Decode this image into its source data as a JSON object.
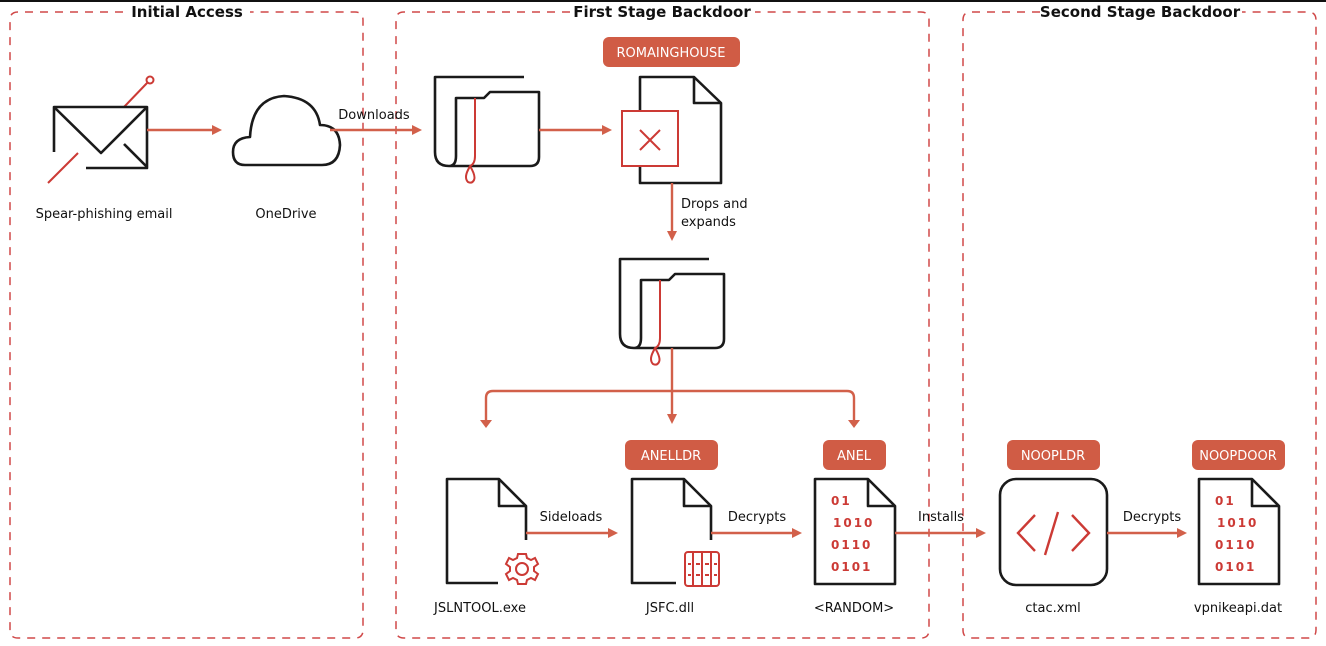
{
  "groups": {
    "initial_access": {
      "title": "Initial Access"
    },
    "first_stage": {
      "title": "First Stage Backdoor"
    },
    "second_stage": {
      "title": "Second Stage Backdoor"
    }
  },
  "nodes": {
    "email": {
      "label": "Spear-phishing email",
      "icon": "envelope-icon"
    },
    "onedrive": {
      "label": "OneDrive",
      "icon": "cloud-icon"
    },
    "archive1": {
      "label": "",
      "icon": "archive-folder-icon"
    },
    "romainghouse": {
      "badge": "ROMAINGHOUSE",
      "icon": "malicious-document-icon"
    },
    "archive2": {
      "label": "",
      "icon": "archive-folder-icon"
    },
    "jslntool": {
      "label": "JSLNTOOL.exe",
      "icon": "executable-file-icon"
    },
    "jsfc": {
      "label": "JSFC.dll",
      "badge": "ANELLDR",
      "icon": "dll-file-icon"
    },
    "random": {
      "label": "<RANDOM>",
      "badge": "ANEL",
      "icon": "binary-file-icon"
    },
    "ctac": {
      "label": "ctac.xml",
      "badge": "NOOPLDR",
      "icon": "code-file-icon"
    },
    "vpnikeapi": {
      "label": "vpnikeapi.dat",
      "badge": "NOOPDOOR",
      "icon": "binary-file-icon"
    }
  },
  "edges": {
    "downloads": "Downloads",
    "drops_1": "Drops and",
    "drops_2": "expands",
    "sideloads": "Sideloads",
    "decrypts_1": "Decrypts",
    "installs": "Installs",
    "decrypts_2": "Decrypts"
  },
  "binary_rows": [
    "01",
    "1010",
    "0110",
    "0101"
  ],
  "colors": {
    "frame": "#d04848",
    "arrow": "#d2604a",
    "badge": "#d05c45",
    "icon_accent": "#cc3a35",
    "ink": "#1a1a1a"
  }
}
